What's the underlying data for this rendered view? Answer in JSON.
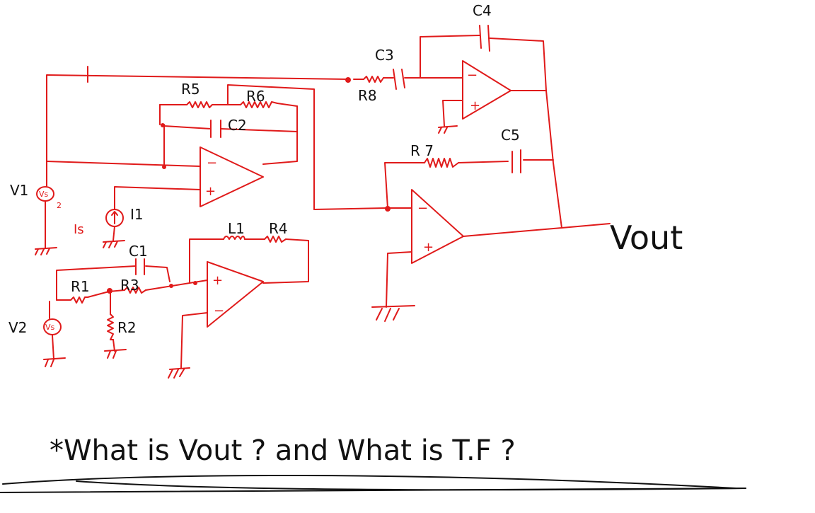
{
  "labels": {
    "c4": "C4",
    "c3": "C3",
    "r8": "R8",
    "r5": "R5",
    "r6": "R6",
    "c2": "C2",
    "v1": "V1",
    "vs1": "Vs",
    "vs1_node": "2",
    "is_label": "Is",
    "i1": "I1",
    "l1": "L1",
    "r4": "R4",
    "c1": "C1",
    "r1": "R1",
    "r3": "R3",
    "r2": "R2",
    "v2": "V2",
    "vs2": "Vs",
    "r7": "R 7",
    "c5": "C5",
    "vout": "Vout",
    "plus": "+",
    "minus": "−"
  },
  "question": "*What is Vout ? and What is T.F ?",
  "colors": {
    "wire": "#e01a1a",
    "ink": "#111111",
    "background": "#ffffff"
  }
}
